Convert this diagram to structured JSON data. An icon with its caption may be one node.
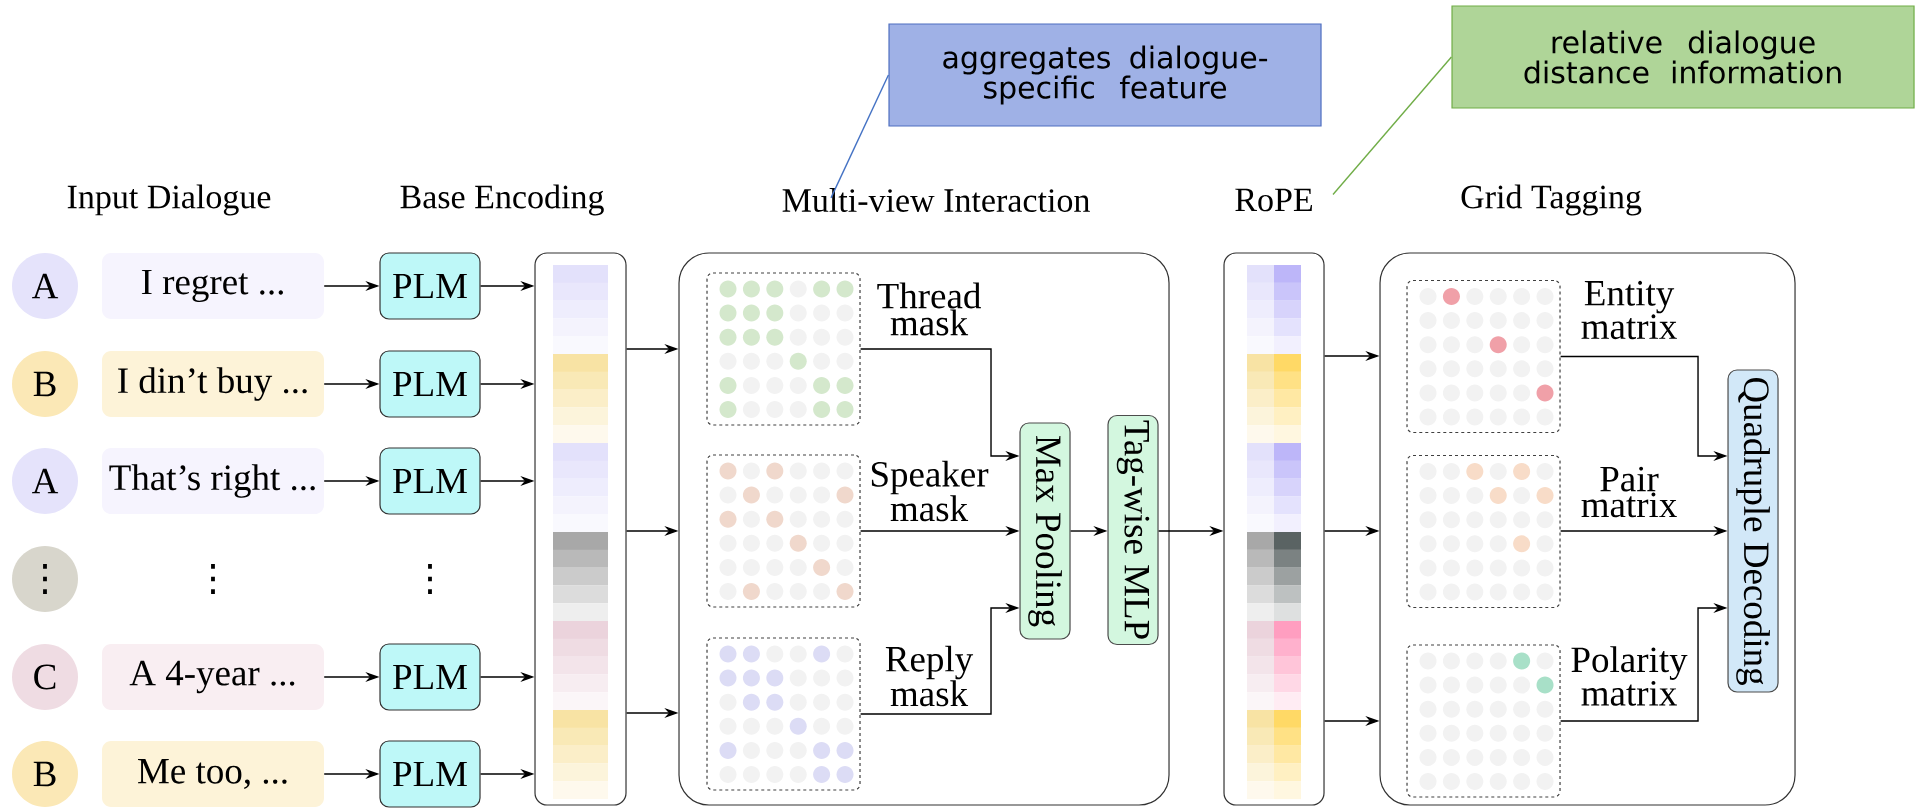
{
  "diagram": {
    "nodes": [
      {
        "text": [
          "aggregates dialogue-specific feature"
        ]
      },
      {
        "text": [
          "relative dialogue distance information"
        ]
      },
      {
        "text": [
          "A"
        ]
      },
      {
        "text": [
          "I regret ..."
        ]
      },
      {
        "text": [
          "PLM"
        ]
      },
      {
        "text": [
          "B"
        ]
      },
      {
        "text": [
          "I din’t buy ..."
        ]
      },
      {
        "text": [
          "PLM"
        ]
      },
      {
        "text": [
          "A"
        ]
      },
      {
        "text": [
          "That’s right ..."
        ]
      },
      {
        "text": [
          "PLM"
        ]
      },
      {
        "text": [
          "⋮"
        ]
      },
      {
        "text": [
          "C"
        ]
      },
      {
        "text": [
          "A 4-year ..."
        ]
      },
      {
        "text": [
          "PLM"
        ]
      },
      {
        "text": [
          "B"
        ]
      },
      {
        "text": [
          "Me too, ..."
        ]
      },
      {
        "text": [
          "PLM"
        ]
      },
      {
        "text": [],
        "shape": "box"
      },
      {
        "text": [
          "Multi-view Interaction"
        ]
      },
      {
        "text": [
          "Thread mask"
        ],
        "in": 19
      },
      {
        "text": [
          "Speaker mask"
        ],
        "in": 19
      },
      {
        "text": [
          "Reply mask"
        ],
        "in": 19
      },
      {
        "text": [
          "Max Pooling"
        ],
        "in": 19
      },
      {
        "text": [
          "Tag-wise MLP"
        ],
        "in": 19
      },
      {
        "text": [
          "RoPE"
        ]
      },
      {
        "text": [
          "Grid Tagging"
        ]
      },
      {
        "text": [
          "Entity matrix"
        ],
        "in": 26
      },
      {
        "text": [
          "Pair matrix"
        ],
        "in": 26
      },
      {
        "text": [
          "Polarity matrix"
        ],
        "in": 26
      },
      {
        "text": [
          "Quadruple Decoding"
        ],
        "in": 26
      }
    ],
    "edges": [
      {
        "from": 0,
        "to": 19,
        "arrow": "none",
        "color": "#4472c4"
      },
      {
        "from": 1,
        "to": 25,
        "arrow": "none",
        "color": "#70ad47"
      },
      {
        "from": 3,
        "to": 4,
        "arrow": "to"
      },
      {
        "from": 6,
        "to": 7,
        "arrow": "to"
      },
      {
        "from": 9,
        "to": 10,
        "arrow": "to"
      },
      {
        "from": 13,
        "to": 14,
        "arrow": "to"
      },
      {
        "from": 16,
        "to": 17,
        "arrow": "to"
      },
      {
        "from": 4,
        "to": 18,
        "arrow": "to"
      },
      {
        "from": 7,
        "to": 18,
        "arrow": "to"
      },
      {
        "from": 10,
        "to": 18,
        "arrow": "to"
      },
      {
        "from": 14,
        "to": 18,
        "arrow": "to"
      },
      {
        "from": 17,
        "to": 18,
        "arrow": "to"
      },
      {
        "from": 18,
        "to": 19,
        "arrow": "to"
      },
      {
        "from": 18,
        "to": 19,
        "arrow": "to"
      },
      {
        "from": 18,
        "to": 19,
        "arrow": "to"
      },
      {
        "from": 20,
        "to": 23,
        "arrow": "to"
      },
      {
        "from": 21,
        "to": 23,
        "arrow": "to"
      },
      {
        "from": 22,
        "to": 23,
        "arrow": "to"
      },
      {
        "from": 23,
        "to": 24,
        "arrow": "to"
      },
      {
        "from": 24,
        "to": 25,
        "arrow": "to"
      },
      {
        "from": 25,
        "to": 26,
        "arrow": "to"
      },
      {
        "from": 25,
        "to": 26,
        "arrow": "to"
      },
      {
        "from": 25,
        "to": 26,
        "arrow": "to"
      },
      {
        "from": 27,
        "to": 30,
        "arrow": "to"
      },
      {
        "from": 28,
        "to": 30,
        "arrow": "to"
      },
      {
        "from": 29,
        "to": 30,
        "arrow": "to"
      }
    ],
    "labels": [
      "Input Dialogue",
      "Base Encoding",
      "⋮",
      "⋮"
    ]
  }
}
